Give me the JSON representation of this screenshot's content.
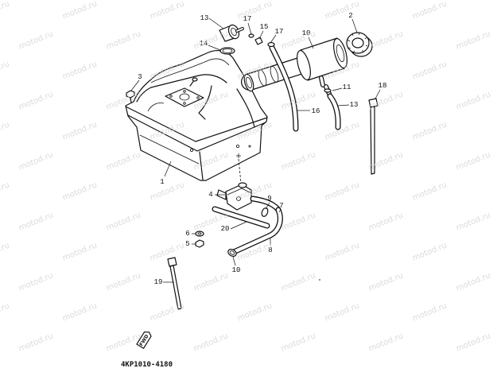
{
  "watermark": "motod.ru",
  "diagram_code": "4KP1010-4180",
  "fwd_label": "FWD",
  "callouts": [
    "13",
    "17",
    "15",
    "17",
    "14",
    "2",
    "10",
    "3",
    "11",
    "18",
    "13",
    "16",
    "1",
    "4",
    "9",
    "7",
    "6",
    "20",
    "5",
    "8",
    "10",
    "19"
  ]
}
